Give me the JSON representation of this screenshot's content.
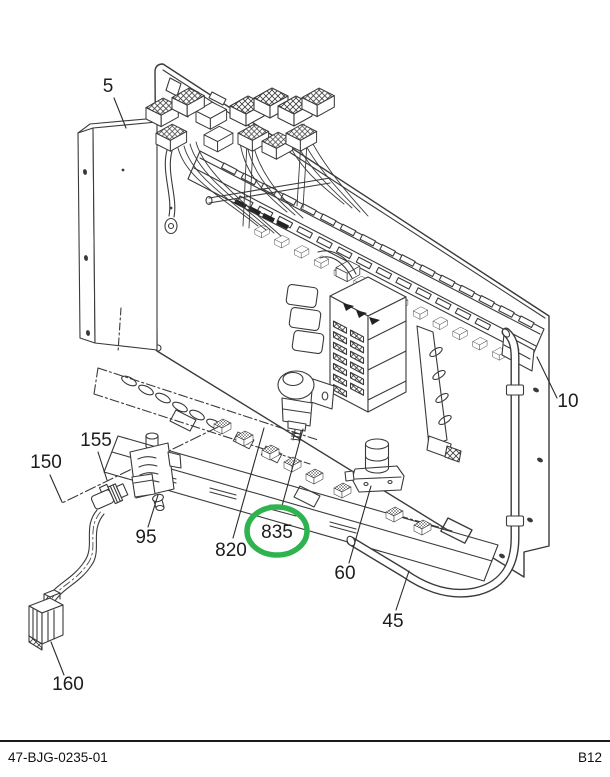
{
  "figure": {
    "description": "Exploded isometric parts diagram of an electrical equipment panel assembly with wiring harness, terminal rails, fuse block, relays, loom tube, valve, hose and connectors",
    "line_color": "#3a3a3a",
    "text_color": "#1c1c1c",
    "highlight": {
      "color": "#2eb34e",
      "callout": "835"
    },
    "callouts": [
      {
        "ref": "5",
        "highlighted": false
      },
      {
        "ref": "10",
        "highlighted": false
      },
      {
        "ref": "150",
        "highlighted": false
      },
      {
        "ref": "155",
        "highlighted": false
      },
      {
        "ref": "95",
        "highlighted": false
      },
      {
        "ref": "160",
        "highlighted": false
      },
      {
        "ref": "820",
        "highlighted": false
      },
      {
        "ref": "835",
        "highlighted": true
      },
      {
        "ref": "60",
        "highlighted": false
      },
      {
        "ref": "45",
        "highlighted": false
      }
    ]
  },
  "footer": {
    "document_number": "47-BJG-0235-01",
    "page_code": "B12"
  }
}
